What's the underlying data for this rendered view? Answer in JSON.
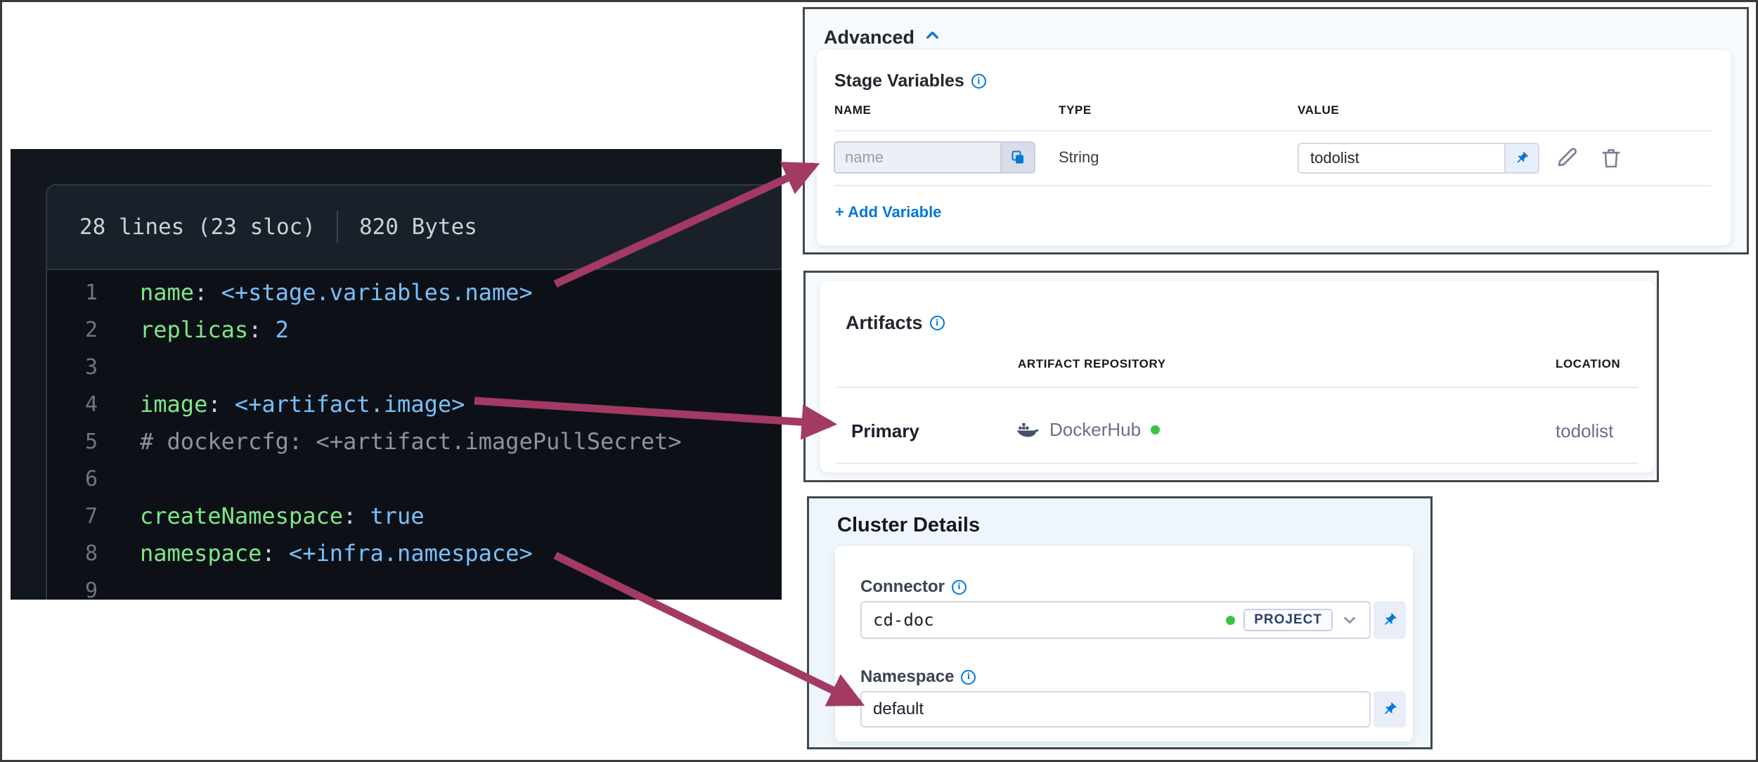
{
  "code_panel": {
    "header": {
      "lines_info": "28 lines (23 sloc)",
      "size_info": "820 Bytes"
    },
    "lines": [
      {
        "num": "1",
        "key": "name",
        "colon": ": ",
        "value": "<+stage.variables.name>"
      },
      {
        "num": "2",
        "key": "replicas",
        "colon": ": ",
        "value": "2"
      },
      {
        "num": "3"
      },
      {
        "num": "4",
        "key": "image",
        "colon": ": ",
        "value": "<+artifact.image>"
      },
      {
        "num": "5",
        "comment": "# dockercfg: <+artifact.imagePullSecret>"
      },
      {
        "num": "6"
      },
      {
        "num": "7",
        "key": "createNamespace",
        "colon": ": ",
        "value": "true"
      },
      {
        "num": "8",
        "key": "namespace",
        "colon": ": ",
        "value": "<+infra.namespace>"
      },
      {
        "num": "9"
      }
    ]
  },
  "advanced_panel": {
    "title": "Advanced",
    "section_title": "Stage Variables",
    "columns": {
      "name": "NAME",
      "type": "TYPE",
      "value": "VALUE"
    },
    "row": {
      "name_placeholder": "name",
      "type": "String",
      "value": "todolist"
    },
    "add_variable_label": "+ Add Variable"
  },
  "artifacts_panel": {
    "title": "Artifacts",
    "columns": {
      "repository": "ARTIFACT REPOSITORY",
      "location": "LOCATION"
    },
    "row": {
      "label": "Primary",
      "repository": "DockerHub",
      "location": "todolist"
    }
  },
  "cluster_panel": {
    "title": "Cluster Details",
    "connector": {
      "label": "Connector",
      "value": "cd-doc",
      "scope_badge": "PROJECT"
    },
    "namespace": {
      "label": "Namespace",
      "value": "default"
    }
  },
  "icons": {
    "chevron_up": "collapse section",
    "chevron_down": "open select",
    "info": "field help",
    "copy": "copy variable name",
    "pin": "fixed value input type",
    "pencil": "edit variable",
    "trash": "delete variable",
    "docker_whale": "DockerHub connector"
  },
  "colors": {
    "accent_blue": "#0278d5",
    "arrow_magenta": "#a23a64",
    "status_green": "#3bc23e",
    "code_key_green": "#7ee787",
    "code_value_blue": "#79c0ff"
  }
}
